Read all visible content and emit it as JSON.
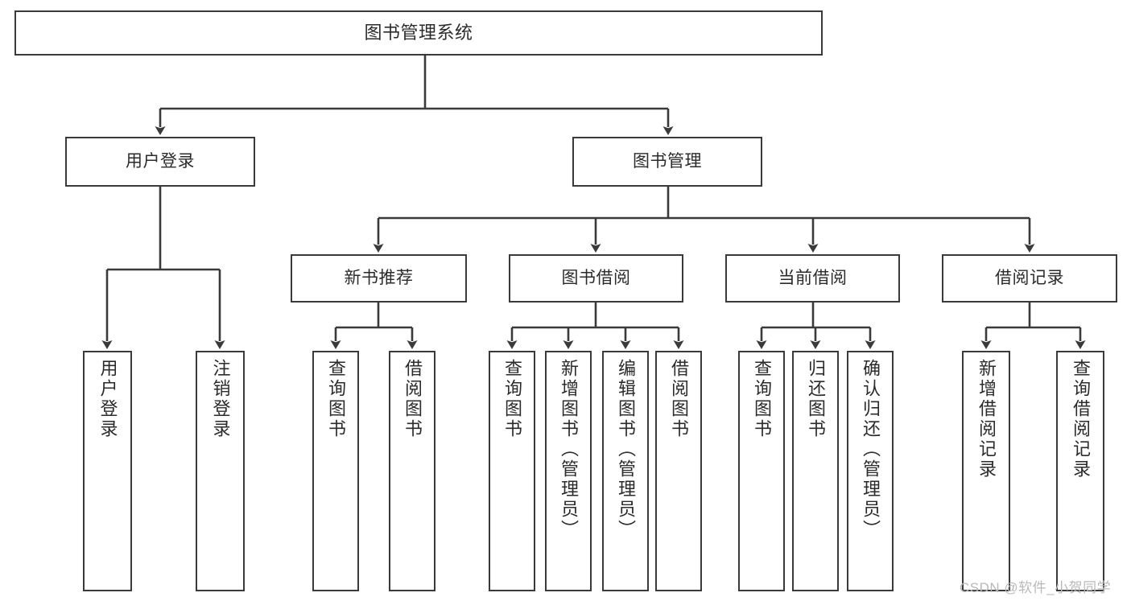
{
  "diagram": {
    "title": "图书管理系统",
    "type": "tree",
    "background_color": "#ffffff",
    "line_color": "#3a3a3a",
    "text_color": "#2b2b2b"
  },
  "watermark": {
    "text": "CSDN @软件_小贺同学",
    "color": "#b9b9b9"
  },
  "nodes": {
    "root": {
      "label": "图书管理系统"
    },
    "level2": [
      {
        "label": "用户登录"
      },
      {
        "label": "图书管理"
      }
    ],
    "level3": [
      {
        "label": "新书推荐"
      },
      {
        "label": "图书借阅"
      },
      {
        "label": "当前借阅"
      },
      {
        "label": "借阅记录"
      }
    ],
    "leaves": {
      "user_login": [
        {
          "label": "用户登录"
        },
        {
          "label": "注销登录"
        }
      ],
      "new_book": [
        {
          "label": "查询图书"
        },
        {
          "label": "借阅图书"
        }
      ],
      "book_borrow": [
        {
          "label": "查询图书"
        },
        {
          "label": "新增图书（管理员）"
        },
        {
          "label": "编辑图书（管理员）"
        },
        {
          "label": "借阅图书"
        }
      ],
      "current_borrow": [
        {
          "label": "查询图书"
        },
        {
          "label": "归还图书"
        },
        {
          "label": "确认归还（管理员）"
        }
      ],
      "borrow_record": [
        {
          "label": "新增借阅记录"
        },
        {
          "label": "查询借阅记录"
        }
      ]
    }
  }
}
